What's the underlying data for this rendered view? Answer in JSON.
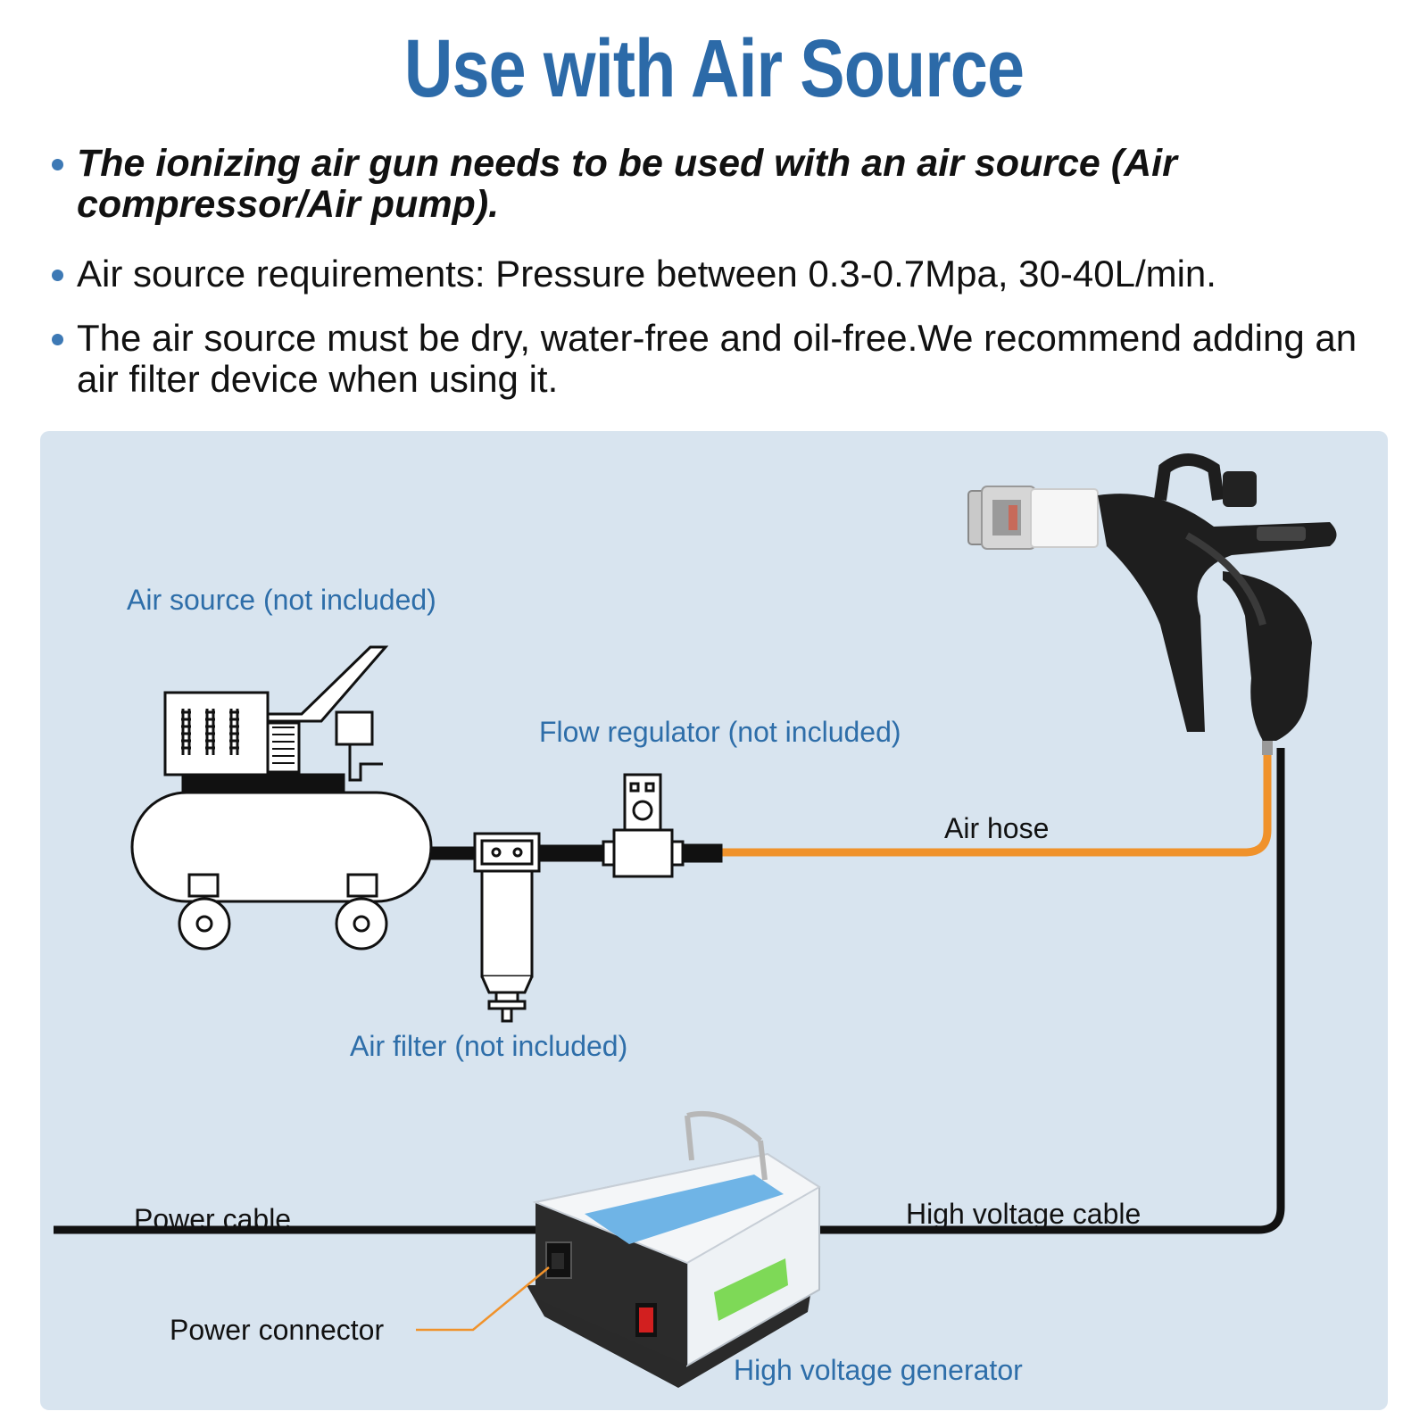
{
  "title": "Use with Air Source",
  "bullets": [
    "The ionizing air gun needs to be used with an air source (Air compressor/Air pump).",
    "Air source requirements: Pressure between 0.3-0.7Mpa, 30-40L/min.",
    "The air source must be dry, water-free and oil-free.We recommend adding an air filter device when using it."
  ],
  "labels": {
    "air_source": "Air source (not included)",
    "flow_regulator": "Flow regulator (not included)",
    "air_hose": "Air hose",
    "air_filter": "Air filter (not included)",
    "power_cable": "Power cable",
    "high_voltage_cable": "High voltage cable",
    "power_connector": "Power connector",
    "high_voltage_generator": "High voltage generator"
  },
  "colors": {
    "title_blue": "#2c6aa8",
    "panel_bg": "#d8e4ef",
    "label_blue": "#2e6ea9",
    "hose_orange": "#f0922b",
    "cable_black": "#111111"
  },
  "icons": [
    "air-compressor-icon",
    "air-filter-icon",
    "flow-regulator-icon",
    "ionizing-air-gun-icon",
    "high-voltage-generator-icon"
  ]
}
